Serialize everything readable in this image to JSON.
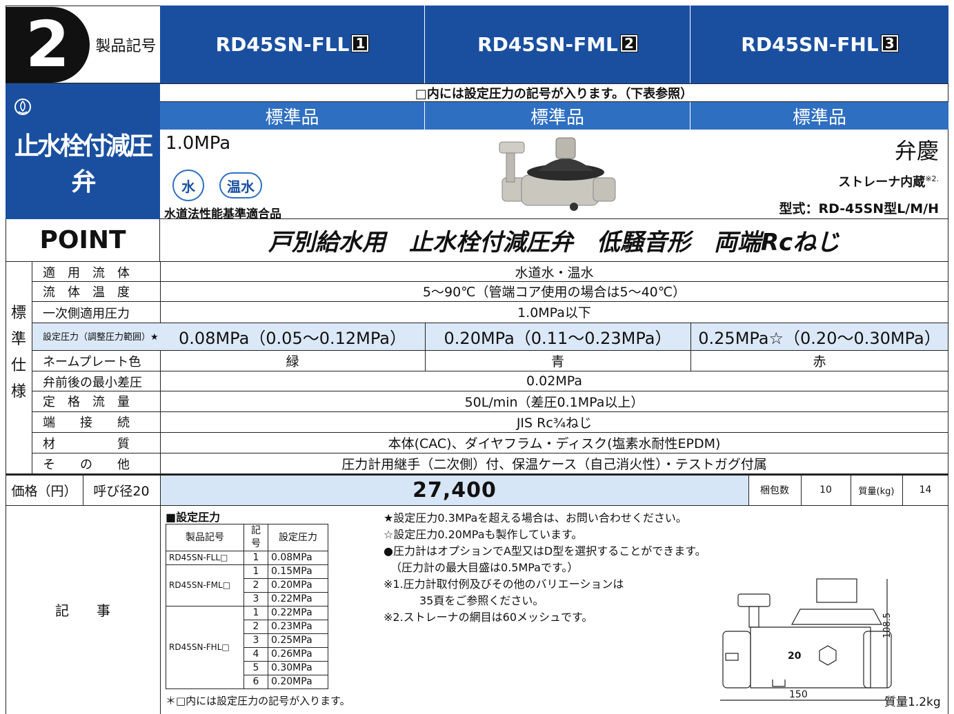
{
  "header": {
    "number": "2",
    "product_code_label": "製品記号",
    "models": [
      {
        "name": "RD45SN-FLL",
        "box": "1"
      },
      {
        "name": "RD45SN-FML",
        "box": "2"
      },
      {
        "name": "RD45SN-FHL",
        "box": "3"
      }
    ]
  },
  "note_box": "□内には設定圧力の記号が入ります。（下表参照）",
  "grade_labels": [
    "標準品",
    "標準品",
    "標準品"
  ],
  "category_title": "止水栓付減圧弁",
  "product": {
    "pressure": "1.0MPa",
    "badge_water": "水",
    "badge_hot_water": "温水",
    "cert": "水道法性能基準適合品",
    "brand": "弁慶",
    "strainer": "ストレーナ内蔵",
    "strainer_note": "※2.",
    "model_type": "型式：RD-45SN型L/M/H"
  },
  "point": {
    "label": "POINT",
    "text": "戸別給水用　止水栓付減圧弁　低騒音形　両端Rcねじ"
  },
  "spec": {
    "group_label": [
      "標",
      "準",
      "仕",
      "様"
    ],
    "rows": [
      {
        "label": "適　用　流　体",
        "value": "水道水・温水"
      },
      {
        "label": "流　体　温　度",
        "value": "5～90℃（管端コア使用の場合は5～40℃）"
      },
      {
        "label": "一次側適用圧力",
        "value": "1.0MPa以下"
      },
      {
        "label": "設定圧力（調整圧力範囲）★",
        "values": [
          "0.08MPa（0.05～0.12MPa）",
          "0.20MPa（0.11～0.23MPa）",
          "0.25MPa☆（0.20～0.30MPa）"
        ]
      },
      {
        "label": "ネームプレート色",
        "values": [
          "緑",
          "青",
          "赤"
        ]
      },
      {
        "label": "弁前後の最小差圧",
        "value": "0.02MPa"
      },
      {
        "label": "定　格　流　量",
        "value": "50L/min（差圧0.1MPa以上）"
      },
      {
        "label": "端　　接　　続",
        "value": "JIS Rc¾ねじ"
      },
      {
        "label": "材　　　　　質",
        "value": "本体(CAC)、ダイヤフラム・ディスク(塩素水耐性EPDM)"
      },
      {
        "label": "そ　　の　　他",
        "value": "圧力計用継手（二次側）付、保温ケース（自己消火性）・テストガグ付属"
      }
    ]
  },
  "price": {
    "label": "価格（円）",
    "size": "呼び径20",
    "value": "27,400",
    "pack_label": "梱包数",
    "pack_value": "10",
    "weight_label": "質量(kg)",
    "weight_value": "14"
  },
  "notes": {
    "label": "記　　事",
    "table_title": "■設定圧力",
    "table_headers": [
      "製品記号",
      "記号",
      "設定圧力"
    ],
    "table_groups": [
      {
        "model": "RD45SN-FLL□",
        "rows": [
          [
            "1",
            "0.08MPa"
          ]
        ]
      },
      {
        "model": "RD45SN-FML□",
        "rows": [
          [
            "1",
            "0.15MPa"
          ],
          [
            "2",
            "0.20MPa"
          ],
          [
            "3",
            "0.22MPa"
          ]
        ]
      },
      {
        "model": "RD45SN-FHL□",
        "rows": [
          [
            "1",
            "0.22MPa"
          ],
          [
            "2",
            "0.23MPa"
          ],
          [
            "3",
            "0.25MPa"
          ],
          [
            "4",
            "0.26MPa"
          ],
          [
            "5",
            "0.30MPa"
          ],
          [
            "6",
            "0.20MPa"
          ]
        ]
      }
    ],
    "table_footnote": "＊□内には設定圧力の記号が入ります。",
    "lines": [
      "★設定圧力0.3MPaを超える場合は、お問い合わせください。",
      "☆設定圧力0.20MPaも製作しています。",
      "●圧力計はオプションでA型又はD型を選択することができます。",
      "（圧力計の最大目盛は0.5MPaです。）",
      "※1.圧力計取付例及びその他のバリエーションは",
      "35頁をご参照ください。",
      "※2.ストレーナの網目は60メッシュです。"
    ],
    "dim_height": "108.5",
    "dim_width": "150",
    "dim_body_label": "20",
    "mass": "質量1.2kg"
  },
  "colors": {
    "header_blue": "#1a4fa0",
    "grade_blue": "#2f6fc1",
    "highlight_row": "#dbe8f7",
    "price_bar": "#d7e6f6"
  }
}
